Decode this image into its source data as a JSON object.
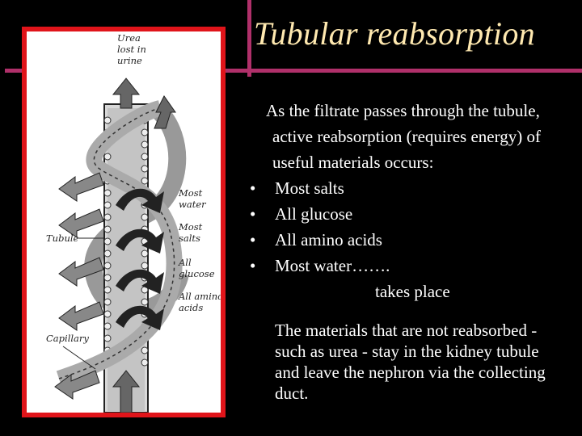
{
  "slide": {
    "title": "Tubular reabsorption",
    "intro": "As the filtrate passes through the tubule, active  reabsorption (requires energy) of useful materials occurs:",
    "bullets": [
      "Most salts",
      "All glucose",
      "All amino acids",
      "Most water……."
    ],
    "bullet_tail": "takes place",
    "closing": "The materials that are not reabsorbed - such as urea - stay in the kidney tubule and leave the nephron via the collecting duct."
  },
  "diagram": {
    "labels": {
      "urea": [
        "Urea",
        "lost in",
        "urine"
      ],
      "tubule": "Tubule",
      "capillary": "Capillary",
      "most_water": [
        "Most",
        "water"
      ],
      "most_salts": [
        "Most",
        "salts"
      ],
      "all_glucose": [
        "All",
        "glucose"
      ],
      "all_amino": [
        "All amino",
        "acids"
      ]
    }
  },
  "colors": {
    "background": "#000000",
    "title": "#ffe9b0",
    "accent_rule": "#b0306a",
    "image_border": "#e0141a",
    "text": "#ffffff"
  }
}
